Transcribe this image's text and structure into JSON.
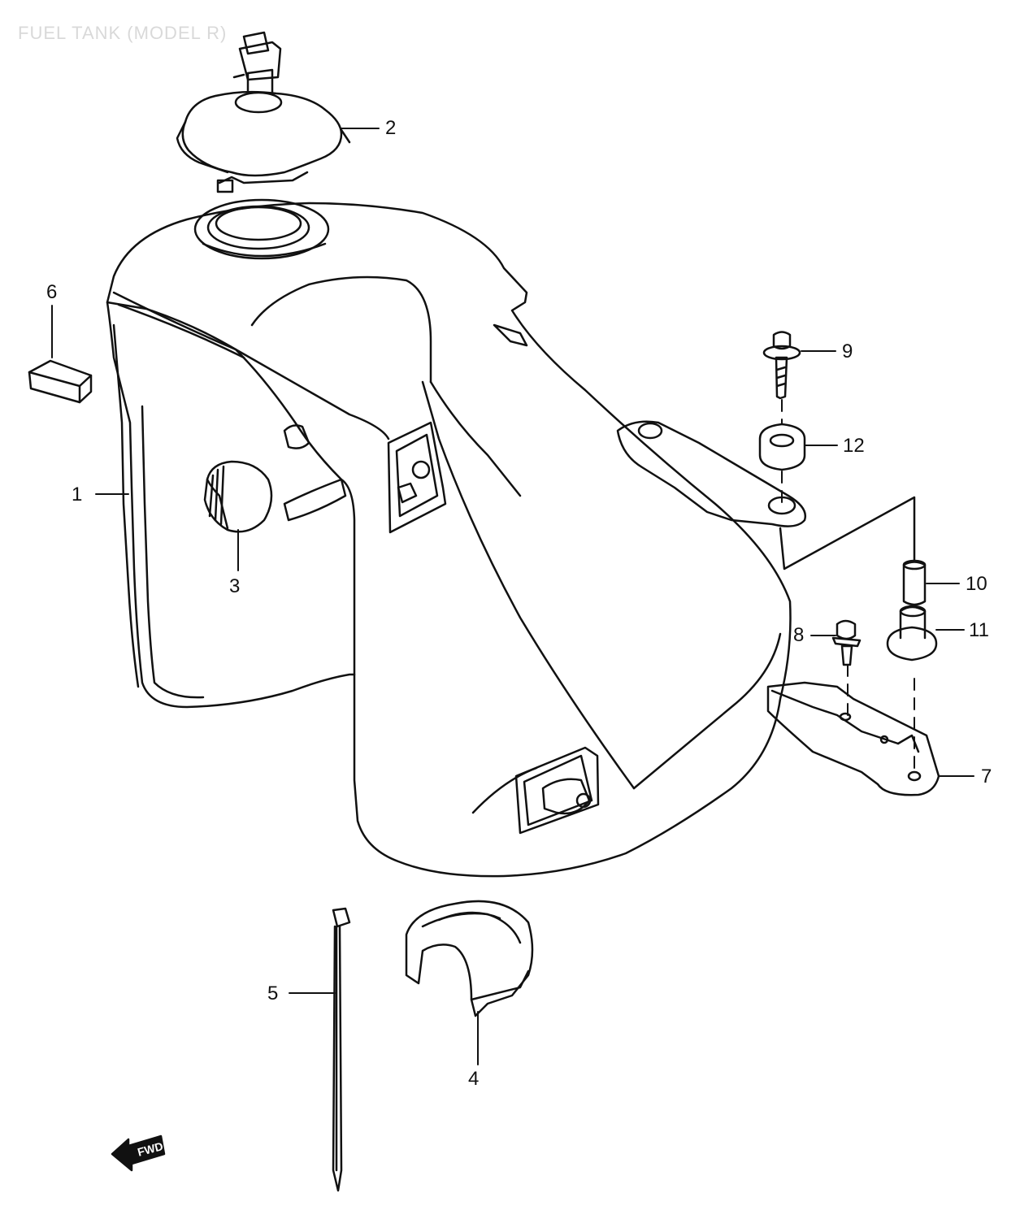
{
  "title": "FUEL TANK (MODEL R)",
  "callouts": [
    {
      "id": "1",
      "label": "1"
    },
    {
      "id": "2",
      "label": "2"
    },
    {
      "id": "3",
      "label": "3"
    },
    {
      "id": "4",
      "label": "4"
    },
    {
      "id": "5",
      "label": "5"
    },
    {
      "id": "6",
      "label": "6"
    },
    {
      "id": "7",
      "label": "7"
    },
    {
      "id": "8",
      "label": "8"
    },
    {
      "id": "9",
      "label": "9"
    },
    {
      "id": "10",
      "label": "10"
    },
    {
      "id": "11",
      "label": "11"
    },
    {
      "id": "12",
      "label": "12"
    }
  ],
  "direction_arrow": {
    "label": "FWD",
    "icon": "forward-arrow-icon"
  }
}
